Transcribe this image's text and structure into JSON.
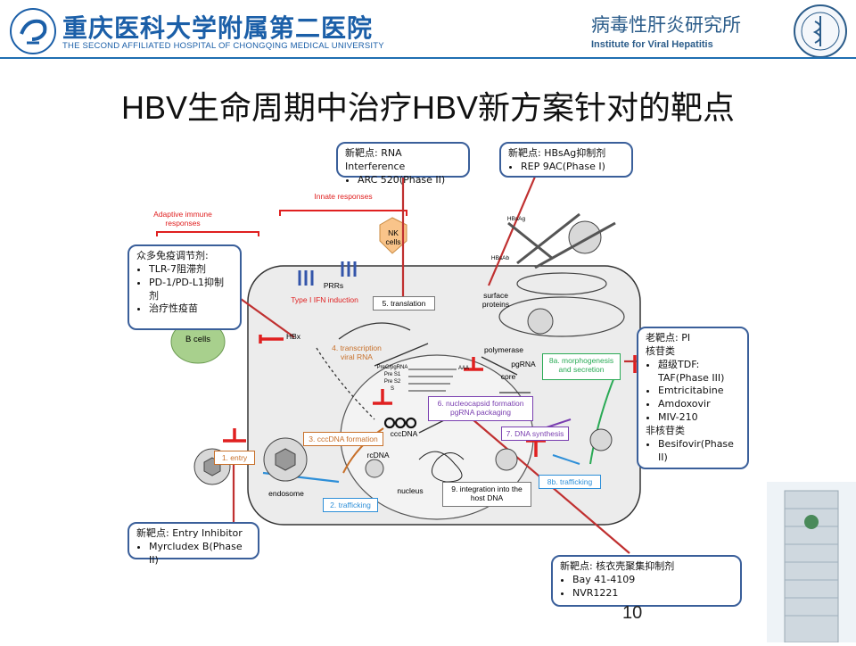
{
  "header": {
    "hospital_cn": "重庆医科大学附属第二医院",
    "hospital_en": "THE SECOND AFFILIATED HOSPITAL OF CHONGQING MEDICAL UNIVERSITY",
    "institute_cn": "病毒性肝炎研究所",
    "institute_en": "Institute for Viral Hepatitis"
  },
  "title": "HBV生命周期中治疗HBV新方案针对的靶点",
  "callouts": {
    "rnai": {
      "head": "新靶点: RNA Interference",
      "items": [
        "ARC 520(Phase II)"
      ]
    },
    "hbsag": {
      "head": "新靶点: HBsAg抑制剂",
      "items": [
        "REP 9AC(Phase I)"
      ]
    },
    "immune": {
      "head": "众多免疫调节剂:",
      "items": [
        "TLR-7阻滞剂",
        "PD-1/PD-L1抑制剂",
        "治疗性疫苗"
      ]
    },
    "old": {
      "head1": "老靶点: PI",
      "head2": "核苷类",
      "items": [
        "超级TDF: TAF(Phase III)",
        "Emtricitabine",
        "Amdoxovir",
        "MIV-210"
      ],
      "head3": "非核苷类",
      "items2": [
        "Besifovir(Phase II)"
      ]
    },
    "entry": {
      "head": "新靶点: Entry Inhibitor",
      "items": [
        "Myrcludex B(Phase II)"
      ]
    },
    "capsid": {
      "head": "新靶点: 核衣壳聚集抑制剂",
      "items": [
        "Bay 41-4109",
        "NVR1221"
      ]
    }
  },
  "diagram": {
    "innate": "Innate responses",
    "adaptive": "Adaptive immune responses",
    "nk": "NK cells",
    "b_cells": "B cells",
    "prrs": "PRRs",
    "ifn": "Type I IFN induction",
    "translation": "5. translation",
    "transcription": "4. transcription viral RNA",
    "hbx": "HBx",
    "morphogenesis": "8a. morphogenesis and secretion",
    "nucleocapsid": "6. nucleocapsid formation pgRNA packaging",
    "cccdna_formation": "3. cccDNA formation",
    "dna_synthesis": "7. DNA synthesis",
    "entry": "1. entry",
    "trafficking2": "2. trafficking",
    "trafficking8b": "8b. trafficking",
    "integration": "9. integration into the host DNA",
    "cccdna": "cccDNA",
    "rcdna": "rcDNA",
    "nucleus": "nucleus",
    "endosome": "endosome",
    "polymerase": "polymerase",
    "pgrna": "pgRNA",
    "core": "core",
    "surface_proteins": "surface proteins",
    "hbsag_label": "HBsAg",
    "hbsab_label": "HBsAb",
    "transcripts": [
      "PreC/pgRNA",
      "Pre S1",
      "Pre S2",
      "S"
    ],
    "aaa": "AAA"
  },
  "page_number": "10",
  "colors": {
    "accent": "#1f6fb2",
    "callout_border": "#3a5f9a",
    "inhibit": "#e02020",
    "title": "#111111"
  }
}
